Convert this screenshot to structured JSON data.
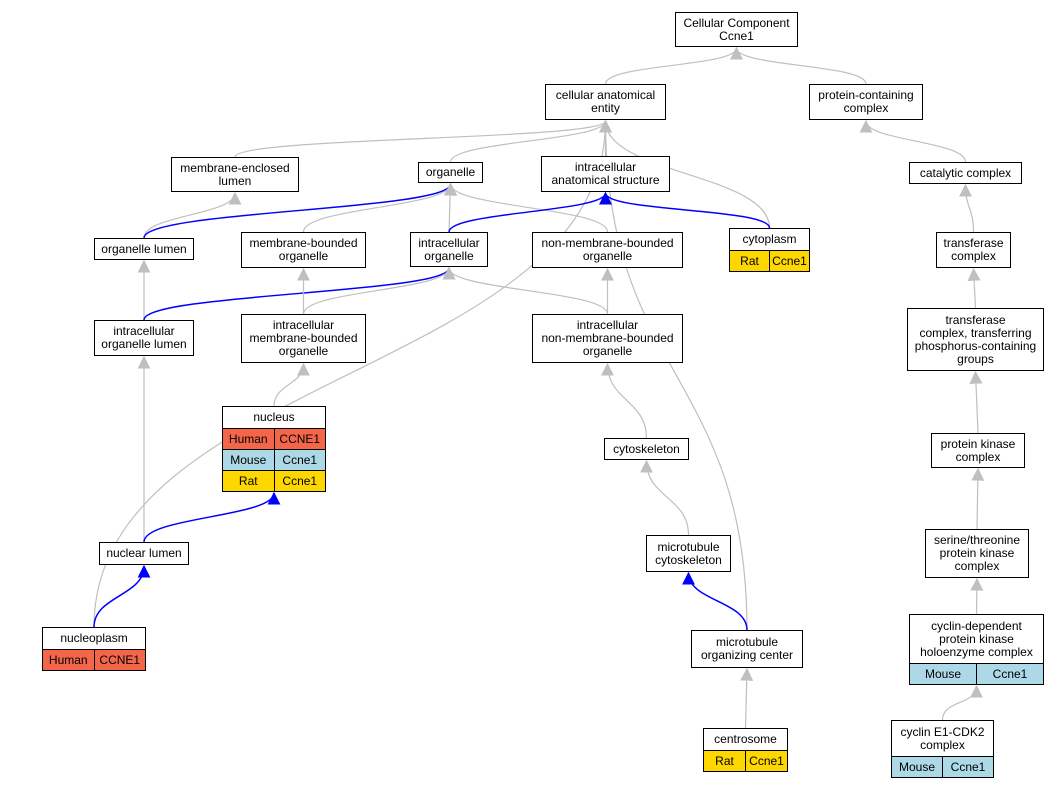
{
  "colors": {
    "edge_default": "#bfbfbf",
    "edge_highlight": "#0000ff",
    "Human": "#f4664a",
    "Mouse": "#add8e6",
    "Rat": "#ffd700"
  },
  "nodes": {
    "cc": {
      "label": "Cellular Component\nCcne1",
      "rows": []
    },
    "cae": {
      "label": "cellular anatomical\nentity",
      "rows": []
    },
    "pcc": {
      "label": "protein-containing\ncomplex",
      "rows": []
    },
    "mel": {
      "label": "membrane-enclosed\nlumen",
      "rows": []
    },
    "org": {
      "label": "organelle",
      "rows": []
    },
    "ias": {
      "label": "intracellular\nanatomical structure",
      "rows": []
    },
    "cat": {
      "label": "catalytic complex",
      "rows": []
    },
    "orglum": {
      "label": "organelle lumen",
      "rows": []
    },
    "mbo": {
      "label": "membrane-bounded\norganelle",
      "rows": []
    },
    "io": {
      "label": "intracellular\norganelle",
      "rows": []
    },
    "nmbo": {
      "label": "non-membrane-bounded\norganelle",
      "rows": []
    },
    "cyto": {
      "label": "cytoplasm",
      "rows": [
        {
          "species": "Rat",
          "gene": "Ccne1"
        }
      ]
    },
    "trans": {
      "label": "transferase\ncomplex",
      "rows": []
    },
    "iol": {
      "label": "intracellular\norganelle lumen",
      "rows": []
    },
    "imbo": {
      "label": "intracellular\nmembrane-bounded\norganelle",
      "rows": []
    },
    "inmbo": {
      "label": "intracellular\nnon-membrane-bounded\norganelle",
      "rows": []
    },
    "tcp": {
      "label": "transferase\ncomplex, transferring\nphosphorus-containing\ngroups",
      "rows": []
    },
    "nucleus": {
      "label": "nucleus",
      "rows": [
        {
          "species": "Human",
          "gene": "CCNE1"
        },
        {
          "species": "Mouse",
          "gene": "Ccne1"
        },
        {
          "species": "Rat",
          "gene": "Ccne1"
        }
      ]
    },
    "pkc": {
      "label": "protein kinase\ncomplex",
      "rows": []
    },
    "cytosk": {
      "label": "cytoskeleton",
      "rows": []
    },
    "stpk": {
      "label": "serine/threonine\nprotein kinase\ncomplex",
      "rows": []
    },
    "nuclum": {
      "label": "nuclear lumen",
      "rows": []
    },
    "mtcs": {
      "label": "microtubule\ncytoskeleton",
      "rows": []
    },
    "cdk": {
      "label": "cyclin-dependent\nprotein kinase\nholoenzyme complex",
      "rows": [
        {
          "species": "Mouse",
          "gene": "Ccne1"
        }
      ]
    },
    "nucpl": {
      "label": "nucleoplasm",
      "rows": [
        {
          "species": "Human",
          "gene": "CCNE1"
        }
      ]
    },
    "mtoc": {
      "label": "microtubule\norganizing center",
      "rows": []
    },
    "cyc": {
      "label": "cyclin E1-CDK2\ncomplex",
      "rows": [
        {
          "species": "Mouse",
          "gene": "Ccne1"
        }
      ]
    },
    "centro": {
      "label": "centrosome",
      "rows": [
        {
          "species": "Rat",
          "gene": "Ccne1"
        }
      ]
    }
  },
  "edges": [
    {
      "from": "cae",
      "to": "cc",
      "highlight": false
    },
    {
      "from": "pcc",
      "to": "cc",
      "highlight": false
    },
    {
      "from": "mel",
      "to": "cae",
      "highlight": false
    },
    {
      "from": "org",
      "to": "cae",
      "highlight": false
    },
    {
      "from": "ias",
      "to": "cae",
      "highlight": false
    },
    {
      "from": "cyto",
      "to": "cae",
      "highlight": false
    },
    {
      "from": "mtoc",
      "to": "cae",
      "highlight": false
    },
    {
      "from": "nucpl",
      "to": "cae",
      "highlight": false
    },
    {
      "from": "cat",
      "to": "pcc",
      "highlight": false
    },
    {
      "from": "orglum",
      "to": "mel",
      "highlight": false
    },
    {
      "from": "orglum",
      "to": "org",
      "highlight": true
    },
    {
      "from": "mbo",
      "to": "org",
      "highlight": false
    },
    {
      "from": "io",
      "to": "org",
      "highlight": false
    },
    {
      "from": "nmbo",
      "to": "org",
      "highlight": false
    },
    {
      "from": "io",
      "to": "ias",
      "highlight": true
    },
    {
      "from": "cyto",
      "to": "ias",
      "highlight": true
    },
    {
      "from": "trans",
      "to": "cat",
      "highlight": false
    },
    {
      "from": "iol",
      "to": "orglum",
      "highlight": false
    },
    {
      "from": "iol",
      "to": "io",
      "highlight": true
    },
    {
      "from": "imbo",
      "to": "mbo",
      "highlight": false
    },
    {
      "from": "imbo",
      "to": "io",
      "highlight": false
    },
    {
      "from": "inmbo",
      "to": "io",
      "highlight": false
    },
    {
      "from": "inmbo",
      "to": "nmbo",
      "highlight": false
    },
    {
      "from": "tcp",
      "to": "trans",
      "highlight": false
    },
    {
      "from": "nucleus",
      "to": "imbo",
      "highlight": false
    },
    {
      "from": "nuclum",
      "to": "iol",
      "highlight": false
    },
    {
      "from": "nuclum",
      "to": "nucleus",
      "highlight": true
    },
    {
      "from": "cytosk",
      "to": "inmbo",
      "highlight": false
    },
    {
      "from": "pkc",
      "to": "tcp",
      "highlight": false
    },
    {
      "from": "stpk",
      "to": "pkc",
      "highlight": false
    },
    {
      "from": "cdk",
      "to": "stpk",
      "highlight": false
    },
    {
      "from": "nucpl",
      "to": "nuclum",
      "highlight": true
    },
    {
      "from": "mtcs",
      "to": "cytosk",
      "highlight": false
    },
    {
      "from": "mtoc",
      "to": "mtcs",
      "highlight": true
    },
    {
      "from": "centro",
      "to": "mtoc",
      "highlight": false
    },
    {
      "from": "cyc",
      "to": "cdk",
      "highlight": false
    }
  ]
}
